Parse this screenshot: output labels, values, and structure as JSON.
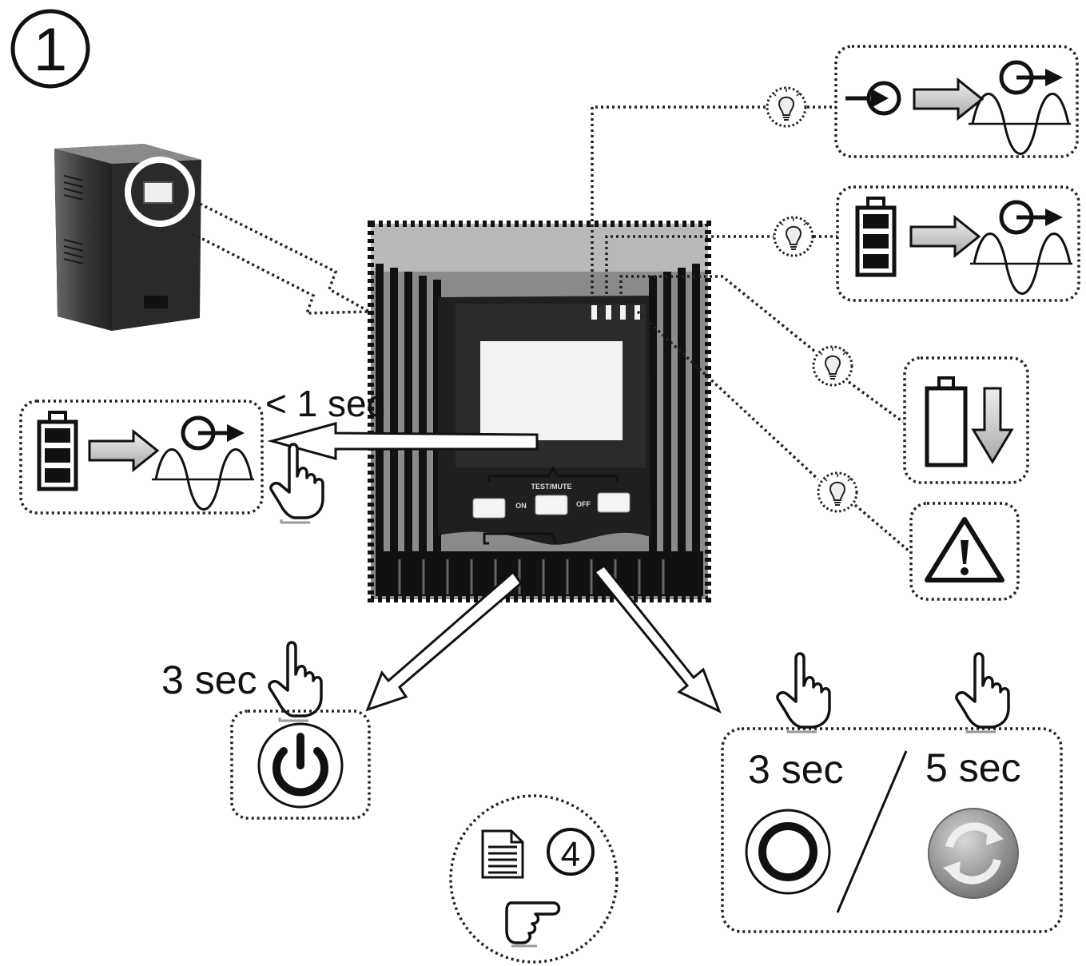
{
  "step_number": "1",
  "ups": {
    "panel_labels": {
      "group_label": "TEST/MUTE",
      "on_label": "ON",
      "off_label": "OFF"
    }
  },
  "timings": {
    "short_press": "< 1 sec",
    "power_on_hold": "3 sec",
    "power_off_hold": "3 sec",
    "restart_hold": "5 sec"
  },
  "reference": {
    "step": "4"
  },
  "icons": {
    "step_marker": "circled-number-icon",
    "ups_unit": "ups-tower-icon",
    "lamp": "led-bulb-icon",
    "mains_to_output": "mains-input-to-output-icon",
    "battery_to_output": "battery-to-output-icon",
    "battery_low": "battery-low-icon",
    "fault": "warning-triangle-icon",
    "hand": "pointing-hand-icon",
    "power_on": "power-button-icon",
    "power_off": "off-ring-icon",
    "restart": "restart-arrows-icon",
    "manual": "document-icon"
  },
  "colors": {
    "ink": "#111111",
    "panel": "#1c1c1c",
    "lcd": "#f2f2f2",
    "arrow_fill": "#c8c8c8"
  }
}
